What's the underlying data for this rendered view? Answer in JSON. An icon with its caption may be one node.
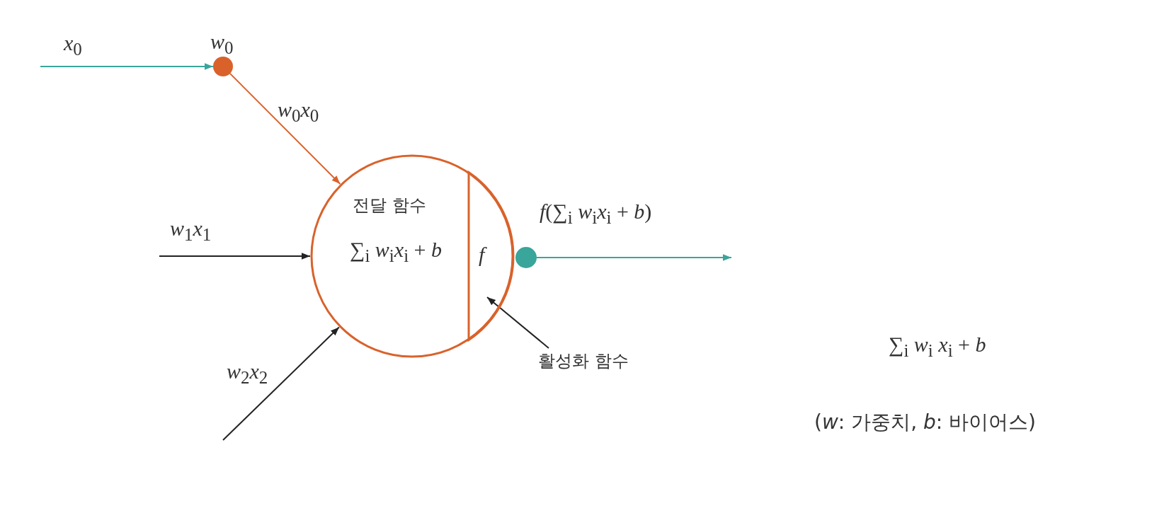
{
  "diagram": {
    "nodes": [
      {
        "text": [
          "전달 함수",
          "∑$_{i}$ *w*$_{i}$*x*$_{i}$ + *b*"
        ]
      },
      {
        "text": [
          "*f*"
        ],
        "in": 0
      },
      {
        "text": [
          "*w*$_{0}$"
        ]
      },
      {
        "text": [],
        "shape": "circle"
      },
      {
        "text": [
          "활성화 함수"
        ]
      }
    ],
    "edges": [
      {
        "from": null,
        "to": 2,
        "arrow": "to",
        "label": "*x*$_{0}$",
        "color": "#3aa59a"
      },
      {
        "from": 2,
        "to": 0,
        "arrow": "to",
        "label": "*w*$_{0}$*x*$_{0}$",
        "color": "#d9622b"
      },
      {
        "from": null,
        "to": 0,
        "arrow": "to",
        "label": "*w*$_{1}$*x*$_{1}$"
      },
      {
        "from": null,
        "to": 0,
        "arrow": "to",
        "label": "*w*$_{2}$*x*$_{2}$"
      },
      {
        "from": 3,
        "to": null,
        "arrow": "to",
        "label": "*f*(∑$_{i}$ *w*$_{i}$*x*$_{i}$ + *b*)",
        "color": "#3aa59a"
      },
      {
        "from": 4,
        "to": 1,
        "arrow": "to"
      }
    ],
    "labels": [
      "∑$_{i}$ *w*$_{i}$ *x*$_{i}$ + *b*",
      "(*w*: 가중치, *b*: 바이어스)"
    ]
  }
}
